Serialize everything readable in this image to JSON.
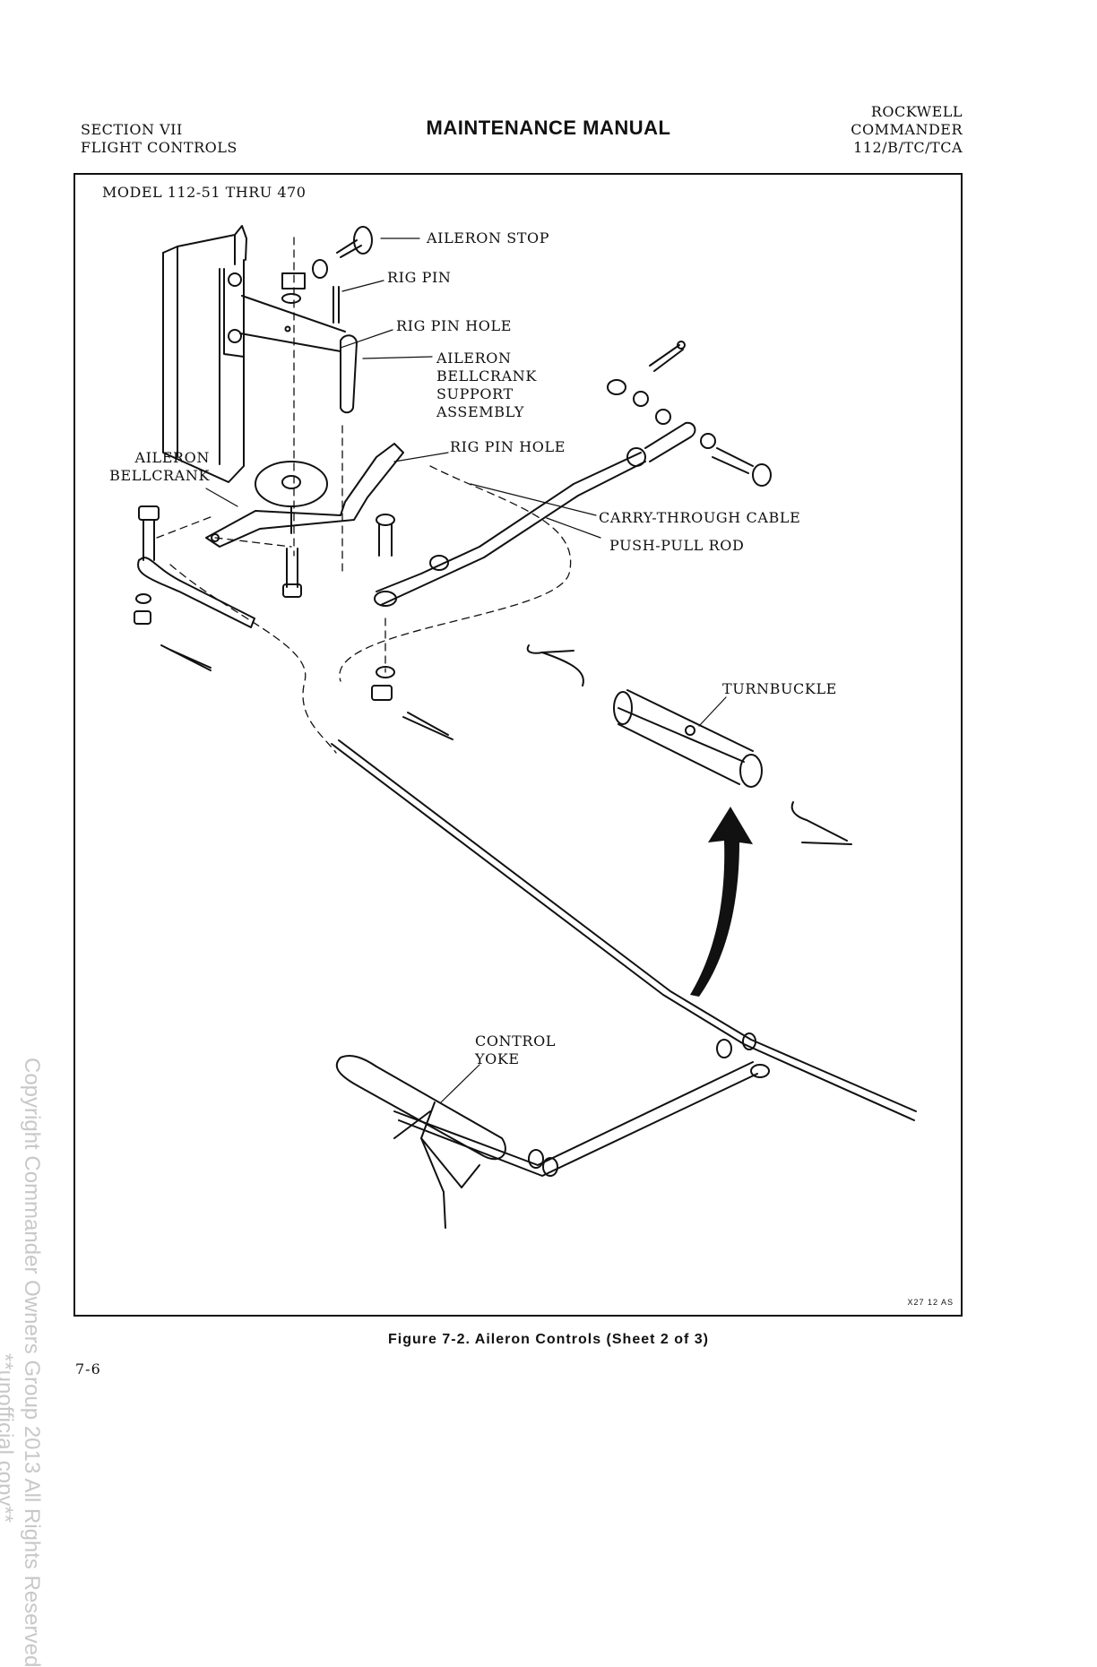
{
  "header": {
    "left_line1": "SECTION VII",
    "left_line2": "FLIGHT CONTROLS",
    "title": "MAINTENANCE MANUAL",
    "right_line1": "ROCKWELL",
    "right_line2": "COMMANDER",
    "right_line3": "112/B/TC/TCA"
  },
  "figure": {
    "model": "MODEL 112-51 THRU 470",
    "callouts": {
      "aileron_stop": "AILERON STOP",
      "rig_pin": "RIG PIN",
      "rig_pin_hole_top": "RIG PIN HOLE",
      "support_assembly": "AILERON\nBELLCRANK\nSUPPORT\nASSEMBLY",
      "rig_pin_hole_lower": "RIG PIN HOLE",
      "aileron_bellcrank": "AILERON\nBELLCRANK",
      "carry_through_cable": "CARRY-THROUGH CABLE",
      "push_pull_rod": "PUSH-PULL ROD",
      "turnbuckle": "TURNBUCKLE",
      "control_yoke": "CONTROL\nYOKE"
    },
    "reference_code": "X27 12 AS",
    "caption": "Figure 7-2. Aileron Controls (Sheet 2 of 3)"
  },
  "page_number": "7-6",
  "watermark": {
    "line1": "Copyright Commander Owners Group 2013 All Rights Reserved",
    "line2": "**unofficial copy**"
  }
}
